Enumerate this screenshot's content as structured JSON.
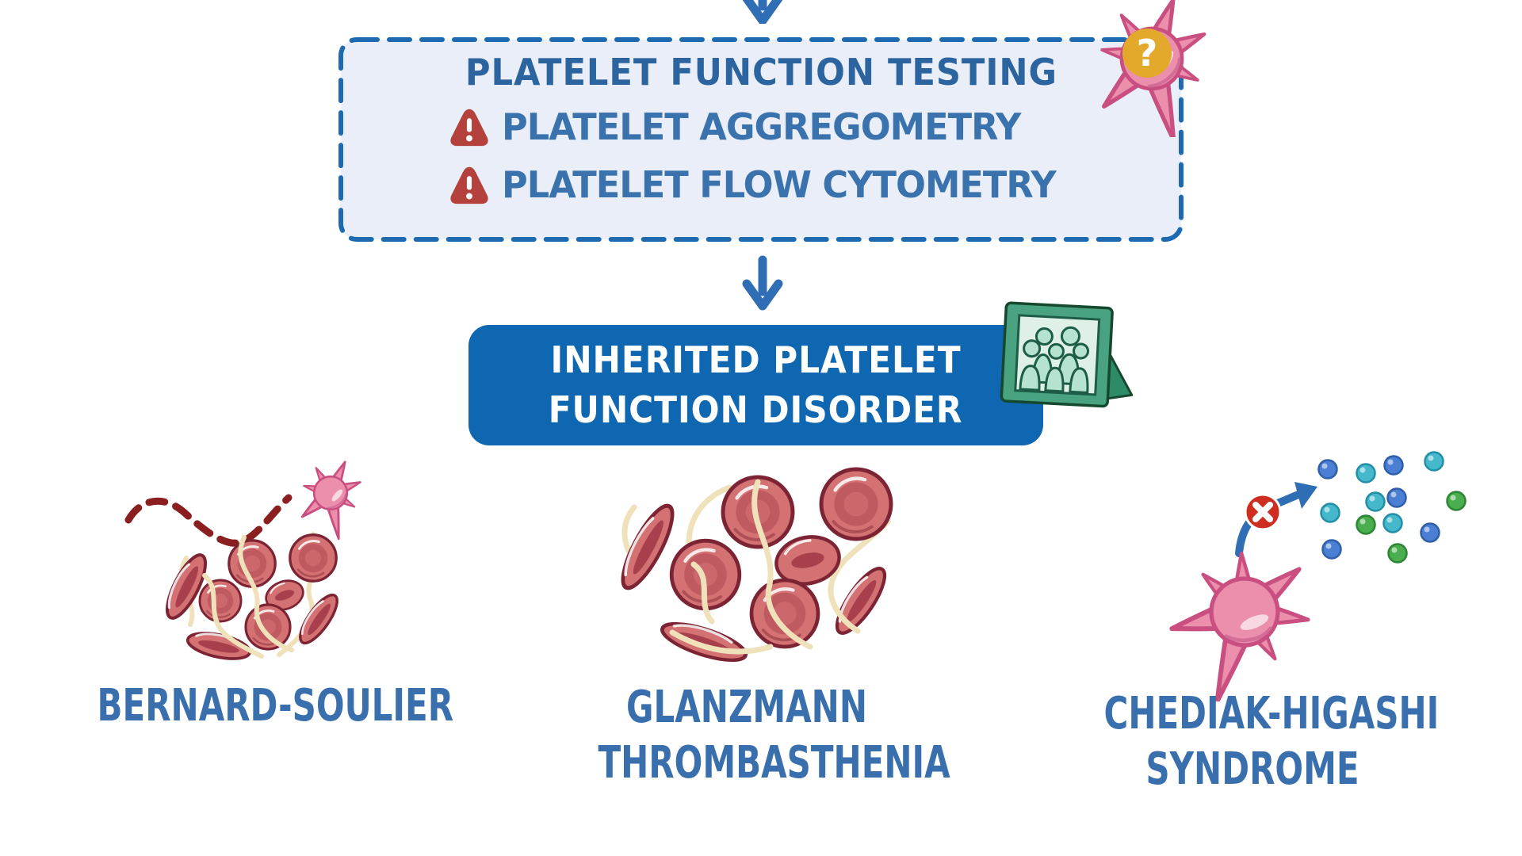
{
  "background_color": "#ffffff",
  "testing_box": {
    "title": "PLATELET FUNCTION TESTING",
    "items": [
      {
        "icon": "warning-triangle-icon",
        "label": "PLATELET AGGREGOMETRY"
      },
      {
        "icon": "warning-triangle-icon",
        "label": "PLATELET FLOW CYTOMETRY"
      }
    ],
    "border_color": "#1e6ab0",
    "fill_color": "#e9eef8",
    "title_color": "#2b649f",
    "item_color": "#3a72ad",
    "warning_color": "#b5413c"
  },
  "question_platelet": {
    "icon": "activated-platelet-icon",
    "badge_icon": "question-mark-icon",
    "badge_glyph": "?",
    "badge_color": "#e3a92b"
  },
  "flow_arrows": {
    "icon": "arrow-down-icon",
    "color": "#2f6db4"
  },
  "disorder_box": {
    "title_lines": [
      "INHERITED PLATELET",
      "FUNCTION DISORDER"
    ],
    "fill_color": "#0f67b2",
    "text_color": "#ffffff",
    "icon": "family-photo-frame-icon"
  },
  "disorders": [
    {
      "key": "bernard-soulier",
      "label_lines": [
        "BERNARD-SOULIER"
      ],
      "illustration": "platelet-detaching-from-clot"
    },
    {
      "key": "glanzmann-thrombasthenia",
      "label_lines": [
        "GLANZMANN",
        "THROMBASTHENIA"
      ],
      "illustration": "unlinked-red-cell-cluster"
    },
    {
      "key": "chediak-higashi-syndrome",
      "label_lines": [
        "CHEDIAK-HIGASHI",
        "SYNDROME"
      ],
      "illustration": "platelet-blocked-granule-release",
      "blocked_icon": "x-mark-icon"
    }
  ],
  "label_color": "#3a6fad",
  "illustration_colors": {
    "cell_pink": "#ec8fad",
    "cell_pink_outline": "#c94f80",
    "rbc_fill": "#d37173",
    "rbc_outline": "#7c2433",
    "fibrin_strand": "#efe1ba",
    "bounce_dash_red": "#8b1e1e",
    "granule_blue": "#4a7fd4",
    "granule_teal": "#45b8cc",
    "granule_green": "#4aae4e",
    "x_badge_red": "#cf2d20",
    "frame_green": "#4aa380",
    "frame_mint": "#dff1e6"
  }
}
